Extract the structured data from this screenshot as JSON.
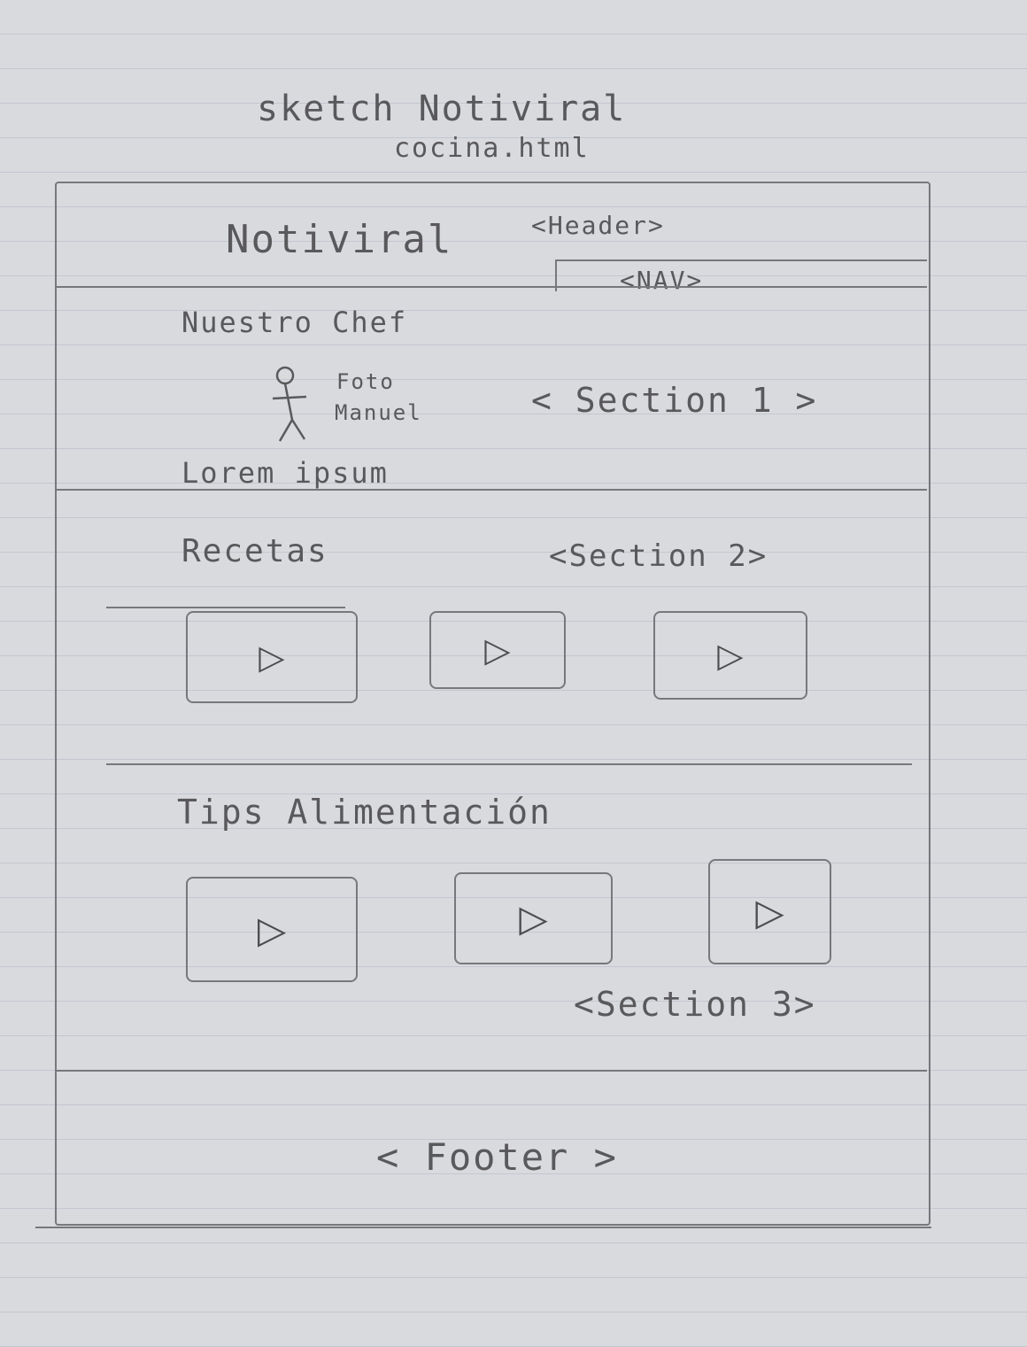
{
  "sketch": {
    "title": "sketch Notiviral",
    "file": "cocina.html"
  },
  "header": {
    "logo": "Notiviral",
    "header_tag": "<Header>",
    "nav_tag": "<NAV>"
  },
  "section1": {
    "heading": "Nuestro Chef",
    "photo_label_1": "Foto",
    "photo_label_2": "Manuel",
    "tag": "< Section 1 >",
    "text": "Lorem ipsum"
  },
  "section2": {
    "heading": "Recetas",
    "tag": "<Section 2>",
    "videos": [
      "▷",
      "▷",
      "▷"
    ]
  },
  "section3": {
    "heading": "Tips Alimentación",
    "tag": "<Section 3>",
    "videos": [
      "▷",
      "▷",
      "▷"
    ]
  },
  "footer": {
    "tag": "< Footer >"
  },
  "icons": {
    "person": "stick-figure-icon",
    "video": "play-icon"
  }
}
